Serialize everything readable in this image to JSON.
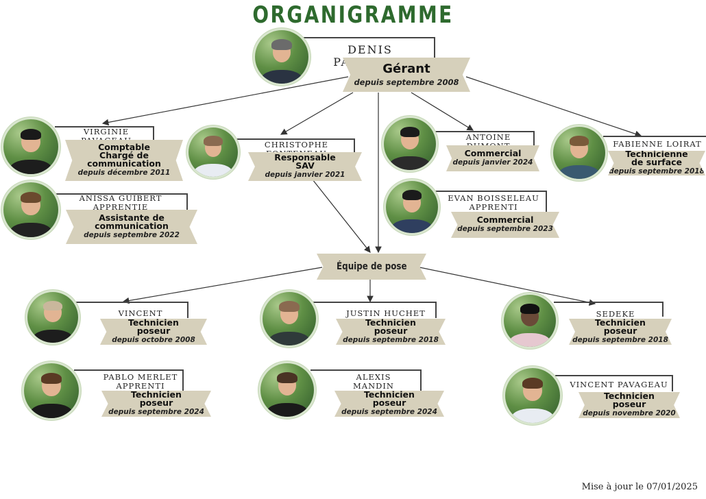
{
  "title": "ORGANIGRAMME",
  "manager": {
    "name": "DENIS PAVAGEAU",
    "role": "Gérant",
    "since": "depuis septembre 2008"
  },
  "team_label": "Équipe de pose",
  "employees": [
    {
      "name": "VIRGINIE PAVAGEAU",
      "role": "Comptable\nChargé de\ncommunication",
      "since": "depuis décembre 2011"
    },
    {
      "name": "ANISSA GUIBERT\nAPPRENTIE",
      "role": "Assistante de\ncommunication",
      "since": "depuis septembre 2022"
    },
    {
      "name": "CHRISTOPHE FONTENEAU",
      "role": "Responsable\nSAV",
      "since": "depuis janvier 2021"
    },
    {
      "name": "ANTOINE DUMONT",
      "role": "Commercial",
      "since": "depuis janvier 2024"
    },
    {
      "name": "FABIENNE LOIRAT",
      "role": "Technicienne\nde surface",
      "since": "depuis septembre 2018"
    },
    {
      "name": "EVAN BOISSELEAU\nAPPRENTI",
      "role": "Commercial",
      "since": "depuis septembre 2023"
    },
    {
      "name": "VINCENT PROTEAU",
      "role": "Technicien\nposeur",
      "since": "depuis octobre 2008"
    },
    {
      "name": "JUSTIN HUCHET",
      "role": "Technicien\nposeur",
      "since": "depuis septembre 2018"
    },
    {
      "name": "SEDEKE TRAWALLY",
      "role": "Technicien\nposeur",
      "since": "depuis septembre 2018"
    },
    {
      "name": "PABLO MERLET\nAPPRENTI",
      "role": "Technicien\nposeur",
      "since": "depuis septembre 2024"
    },
    {
      "name": "ALEXIS MANDIN\nAPPRENTI",
      "role": "Technicien\nposeur",
      "since": "depuis septembre 2024"
    },
    {
      "name": "VINCENT PAVAGEAU",
      "role": "Technicien\nposeur",
      "since": "depuis novembre 2020"
    }
  ],
  "footer": "Mise à jour le 07/01/2025",
  "colors": {
    "title": "#2e6a2e",
    "ribbon": "#d6d0bb",
    "line": "#333333"
  }
}
